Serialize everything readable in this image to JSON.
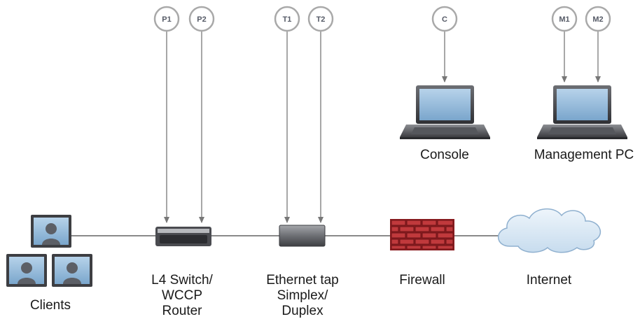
{
  "markers": {
    "p1": "P1",
    "p2": "P2",
    "t1": "T1",
    "t2": "T2",
    "c": "C",
    "m1": "M1",
    "m2": "M2"
  },
  "labels": {
    "console": "Console",
    "management_pc": "Management PC",
    "switch_line1": "L4 Switch/",
    "switch_line2": "WCCP",
    "switch_line3": "Router",
    "tap_line1": "Ethernet tap",
    "tap_line2": "Simplex/",
    "tap_line3": "Duplex",
    "firewall": "Firewall",
    "internet": "Internet",
    "clients": "Clients"
  },
  "colors": {
    "line": "#8a8a8a",
    "badge_stroke": "#a9a9a9",
    "screen_blue": "#8fb8d9",
    "brick": "#b3262a",
    "cloud": "#dbe8f3"
  }
}
